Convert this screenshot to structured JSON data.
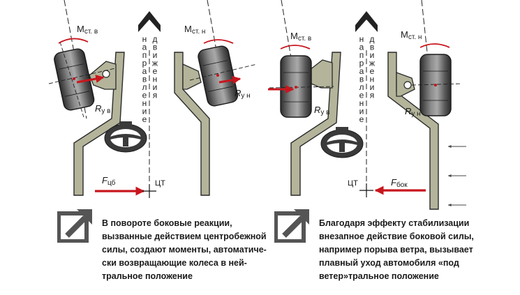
{
  "left": {
    "moment_front": {
      "main": "M",
      "sub": "ст. в"
    },
    "moment_rear": {
      "main": "M",
      "sub": "ст. н"
    },
    "reaction_front": {
      "main": "R",
      "sub": "y в"
    },
    "reaction_rear": {
      "main": "R",
      "sub": "y н"
    },
    "force": {
      "main": "F",
      "sub": "цб"
    },
    "center_label": "ЦТ",
    "direction_col1": "направление",
    "direction_col2": "движения",
    "caption": [
      "В повороте боковые реакции,",
      "вызванные действием центробежной",
      "силы, создают моменты, автоматиче-",
      "ски возвращающие колеса в ней-",
      "тральное положение"
    ]
  },
  "right": {
    "moment_front": {
      "main": "M",
      "sub": "ст. в"
    },
    "moment_rear": {
      "main": "M",
      "sub": "ст. н"
    },
    "reaction_front": {
      "main": "R",
      "sub": "y в"
    },
    "reaction_rear": {
      "main": "R",
      "sub": "y н"
    },
    "force": {
      "main": "F",
      "sub": "бок"
    },
    "center_label": "ЦТ",
    "direction_col1": "направление",
    "direction_col2": "движения",
    "caption": [
      "Благодаря эффекту стабилизации",
      "внезапное действие боковой силы,",
      "например порыва ветра, вызывает",
      "плавный уход автомобиля «под",
      "ветер»тральное положение"
    ]
  },
  "colors": {
    "frame_fill": "#b3b49a",
    "frame_stroke": "#2b2b2b",
    "wheel_dark": "#3a3a3a",
    "wheel_light": "#9a9a9a",
    "force_red": "#c8161d",
    "wind_arrow": "#444444"
  },
  "icons": {
    "corner_icon": "expand-arrow-icon",
    "heading_chevron": "chevron-up-icon"
  }
}
